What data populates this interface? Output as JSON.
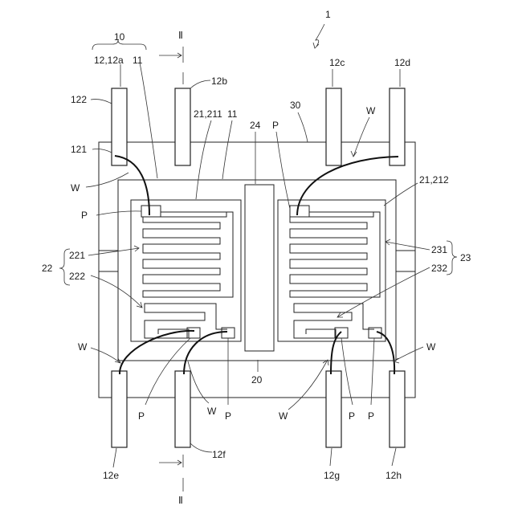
{
  "labels": {
    "fig_number": "1",
    "group_10": "10",
    "lead_12a": "12,12a",
    "frame_11_top": "11",
    "frame_11_mid": "11",
    "section_top": "Ⅱ",
    "section_bottom": "Ⅱ",
    "lead_12b": "12b",
    "lead_12c": "12c",
    "lead_12d": "12d",
    "lead_12e": "12e",
    "lead_12f": "12f",
    "lead_12g": "12g",
    "lead_12h": "12h",
    "ref_122": "122",
    "ref_121": "121",
    "ref_30": "30",
    "ref_24": "24",
    "chip_211": "21,211",
    "chip_212": "21,212",
    "ref_20": "20",
    "ref_22": "22",
    "ref_221": "221",
    "ref_222": "222",
    "ref_23": "23",
    "ref_231": "231",
    "ref_232": "232",
    "pad_p_left": "P",
    "pad_p_right_top": "P",
    "pad_p_b1": "P",
    "pad_p_b2": "P",
    "pad_p_b3": "P",
    "pad_p_b4": "P",
    "wire_w_top_left": "W",
    "wire_w_top_right": "W",
    "wire_w_bottom_left": "W",
    "wire_w_bottom_f": "W",
    "wire_w_bottom_g": "W",
    "wire_w_bottom_right": "W"
  }
}
